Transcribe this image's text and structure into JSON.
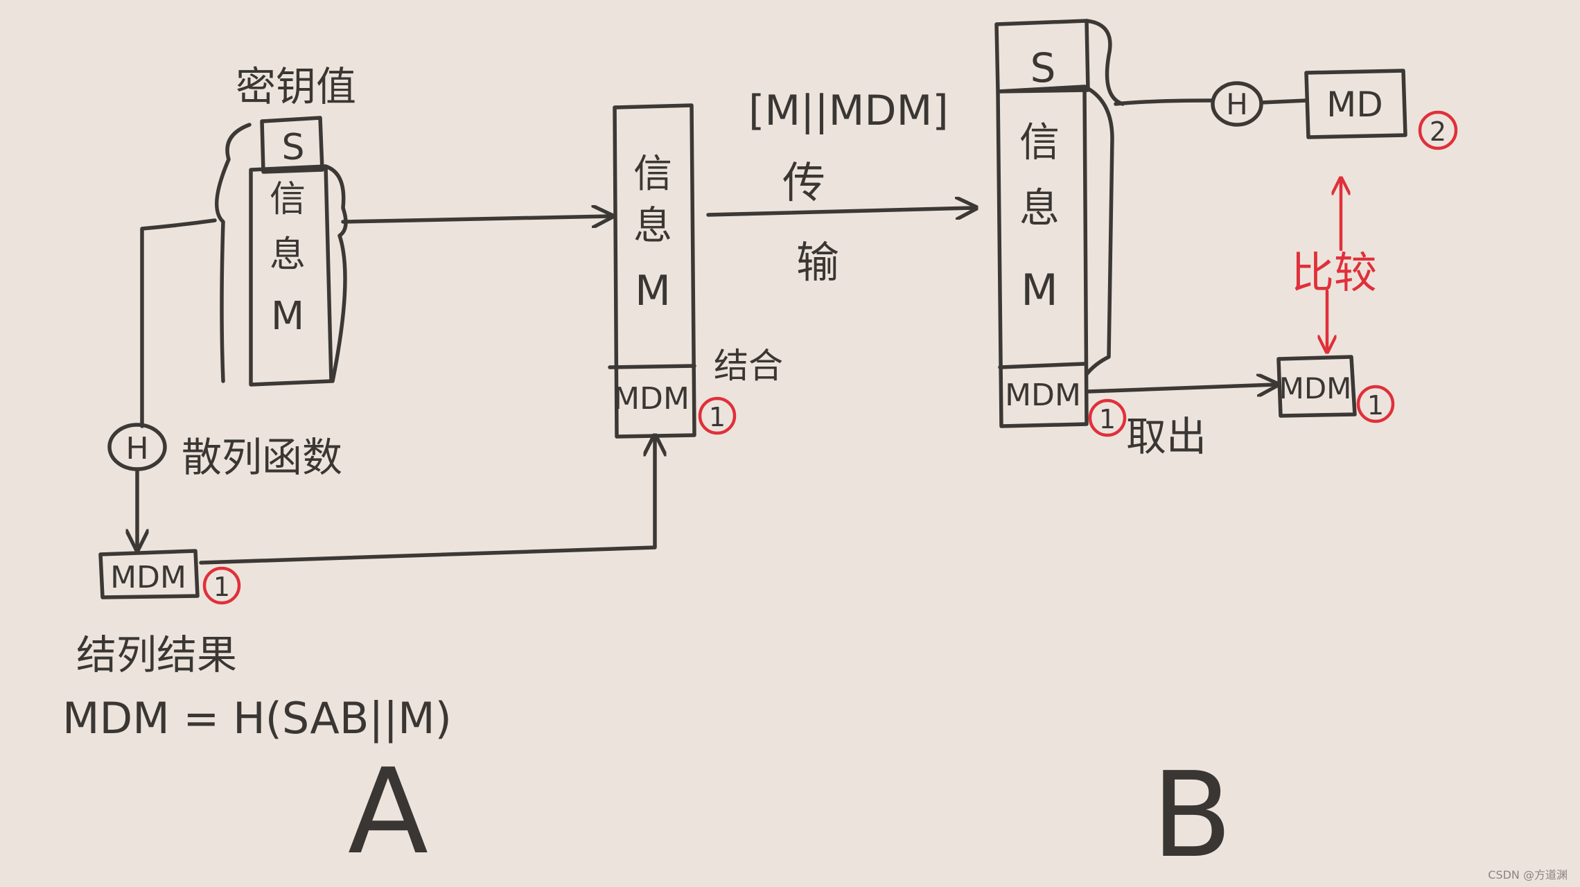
{
  "sender": {
    "key_label": "密钥值",
    "key_symbol": "S",
    "message_box_text": "信息M",
    "hash_symbol": "H",
    "hash_label": "散列函数",
    "digest_box": "MDM",
    "digest_badge": "1",
    "result_label": "结列结果",
    "formula": "MDM = H(SAB||M)",
    "party_label": "A"
  },
  "middle": {
    "message_box_text": "信息M",
    "digest_box": "MDM",
    "digest_badge": "1",
    "combine_label": "结合"
  },
  "channel": {
    "payload": "[M||MDM]",
    "transmit_label": "传输"
  },
  "receiver": {
    "key_symbol": "S",
    "message_box_text": "信息M",
    "digest_box": "MDM",
    "digest_badge": "1",
    "extract_label": "取出",
    "hash_symbol": "H",
    "computed_digest": "MD",
    "computed_badge": "2",
    "extracted_digest": "MDM",
    "extracted_badge": "1",
    "compare_label": "比较",
    "party_label": "B"
  },
  "watermark": "CSDN @方道渊"
}
